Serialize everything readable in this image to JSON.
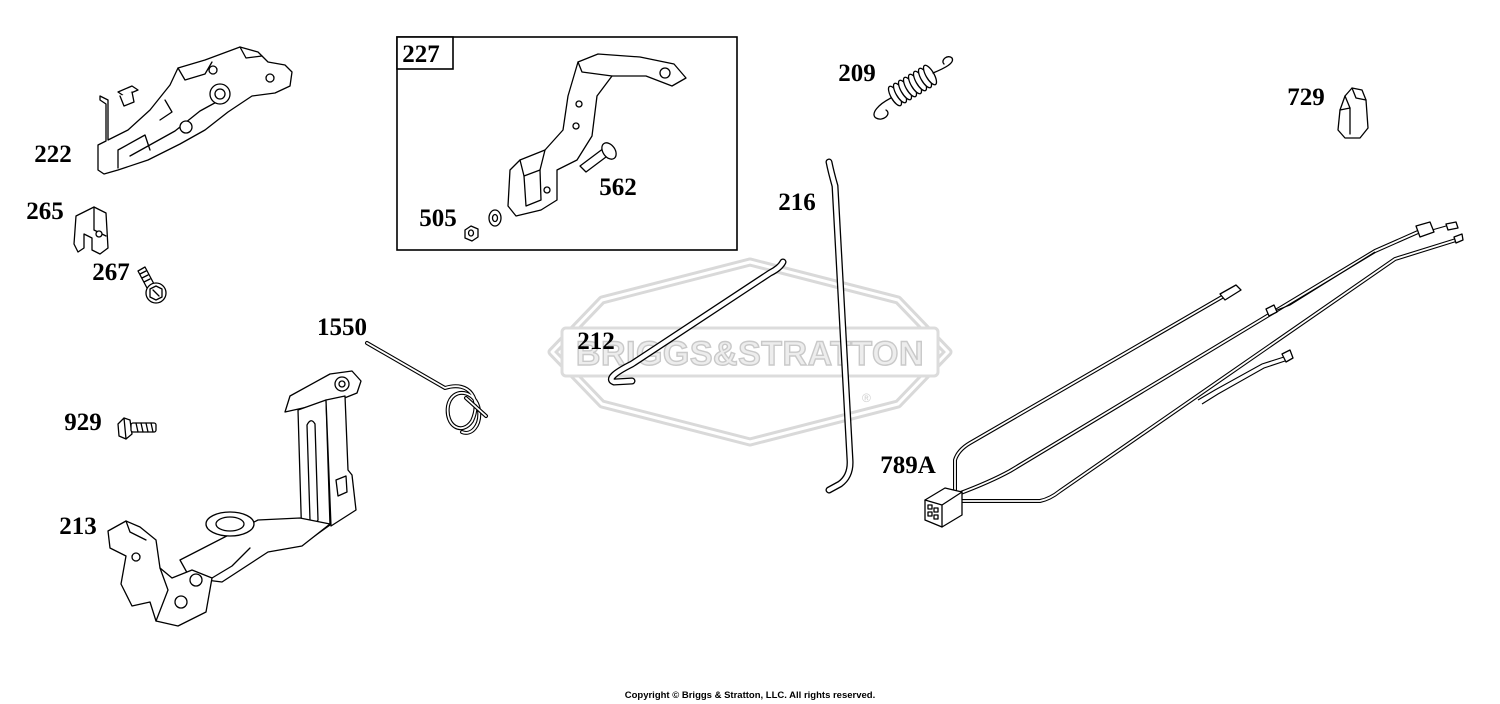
{
  "callouts": [
    "222",
    "265",
    "267",
    "929",
    "213",
    "1550",
    "227",
    "505",
    "562",
    "209",
    "216",
    "212",
    "729",
    "789A"
  ],
  "watermark": {
    "text": "BRIGGS&STRATTON",
    "registered": "®"
  },
  "footer": {
    "copyright": "Copyright © Briggs & Stratton, LLC. All rights reserved."
  }
}
